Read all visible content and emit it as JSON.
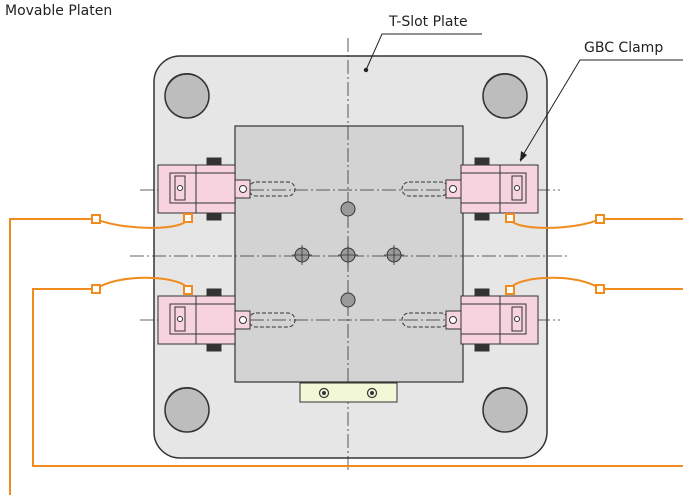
{
  "labels": {
    "movable_platen": "Movable Platen",
    "tslot_plate": "T-Slot Plate",
    "gbc_clamp": "GBC Clamp"
  },
  "colors": {
    "platen_fill": "#e6e6e6",
    "tslot_fill": "#d3d3d3",
    "clamp_fill": "#f7d3df",
    "hose": "#f08c1e",
    "outline": "#333333",
    "tie_bar": "#bdbdbd",
    "nameplate": "#f2f7d8"
  }
}
